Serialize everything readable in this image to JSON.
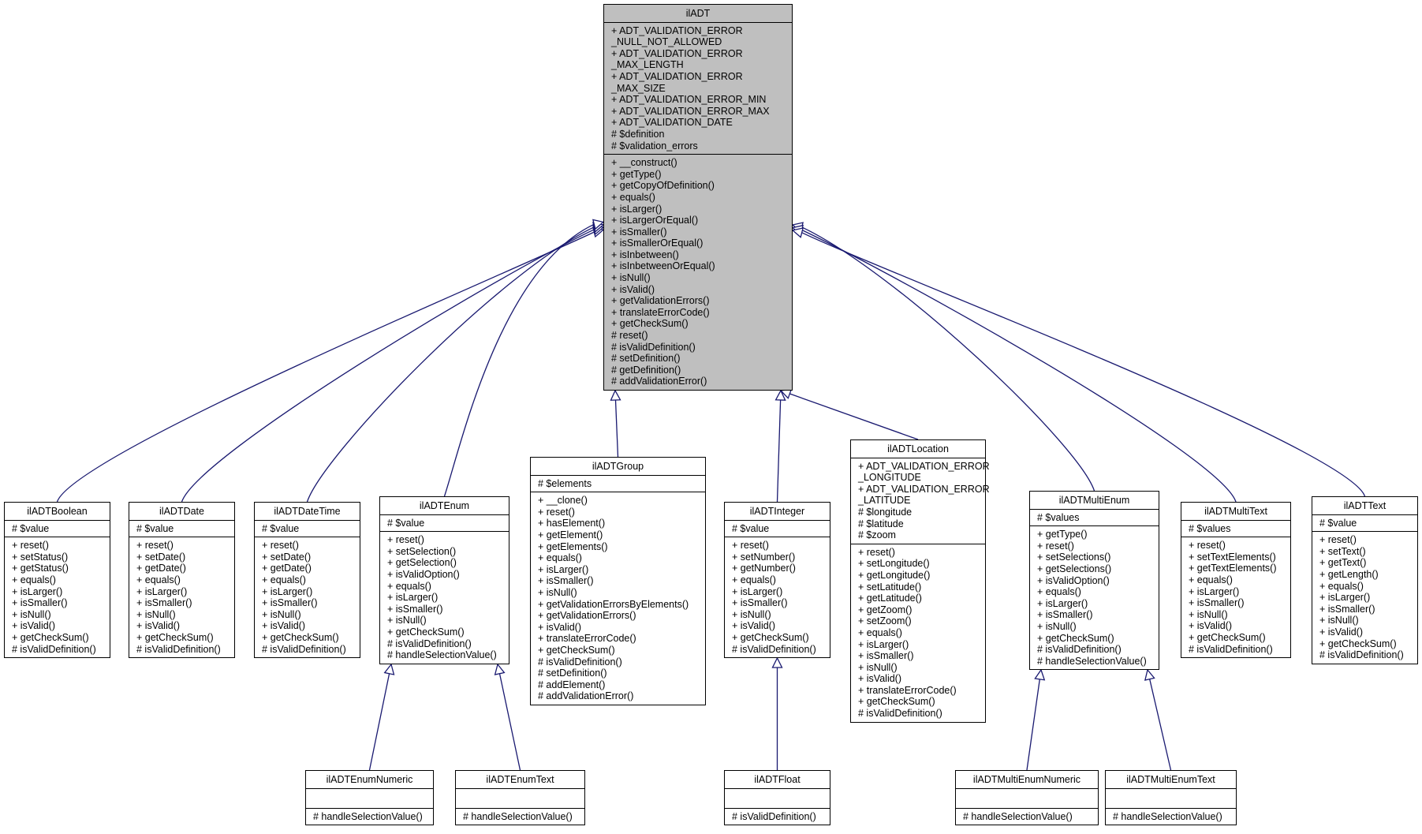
{
  "classes": {
    "root": {
      "name": "ilADT",
      "attributes": [
        "+ ADT_VALIDATION_ERROR",
        "_NULL_NOT_ALLOWED",
        "+ ADT_VALIDATION_ERROR",
        "_MAX_LENGTH",
        "+ ADT_VALIDATION_ERROR",
        "_MAX_SIZE",
        "+ ADT_VALIDATION_ERROR_MIN",
        "+ ADT_VALIDATION_ERROR_MAX",
        "+ ADT_VALIDATION_DATE",
        "# $definition",
        "# $validation_errors"
      ],
      "methods": [
        "+ __construct()",
        "+ getType()",
        "+ getCopyOfDefinition()",
        "+ equals()",
        "+ isLarger()",
        "+ isLargerOrEqual()",
        "+ isSmaller()",
        "+ isSmallerOrEqual()",
        "+ isInbetween()",
        "+ isInbetweenOrEqual()",
        "+ isNull()",
        "+ isValid()",
        "+ getValidationErrors()",
        "+ translateErrorCode()",
        "+ getCheckSum()",
        "# reset()",
        "# isValidDefinition()",
        "# setDefinition()",
        "# getDefinition()",
        "# addValidationError()"
      ]
    },
    "boolean": {
      "name": "ilADTBoolean",
      "attributes": [
        "# $value"
      ],
      "methods": [
        "+ reset()",
        "+ setStatus()",
        "+ getStatus()",
        "+ equals()",
        "+ isLarger()",
        "+ isSmaller()",
        "+ isNull()",
        "+ isValid()",
        "+ getCheckSum()",
        "# isValidDefinition()"
      ]
    },
    "date": {
      "name": "ilADTDate",
      "attributes": [
        "# $value"
      ],
      "methods": [
        "+ reset()",
        "+ setDate()",
        "+ getDate()",
        "+ equals()",
        "+ isLarger()",
        "+ isSmaller()",
        "+ isNull()",
        "+ isValid()",
        "+ getCheckSum()",
        "# isValidDefinition()"
      ]
    },
    "datetime": {
      "name": "ilADTDateTime",
      "attributes": [
        "# $value"
      ],
      "methods": [
        "+ reset()",
        "+ setDate()",
        "+ getDate()",
        "+ equals()",
        "+ isLarger()",
        "+ isSmaller()",
        "+ isNull()",
        "+ isValid()",
        "+ getCheckSum()",
        "# isValidDefinition()"
      ]
    },
    "enum": {
      "name": "ilADTEnum",
      "attributes": [
        "# $value"
      ],
      "methods": [
        "+ reset()",
        "+ setSelection()",
        "+ getSelection()",
        "+ isValidOption()",
        "+ equals()",
        "+ isLarger()",
        "+ isSmaller()",
        "+ isNull()",
        "+ getCheckSum()",
        "# isValidDefinition()",
        "# handleSelectionValue()"
      ]
    },
    "group": {
      "name": "ilADTGroup",
      "attributes": [
        "# $elements"
      ],
      "methods": [
        "+ __clone()",
        "+ reset()",
        "+ hasElement()",
        "+ getElement()",
        "+ getElements()",
        "+ equals()",
        "+ isLarger()",
        "+ isSmaller()",
        "+ isNull()",
        "+ getValidationErrorsByElements()",
        "+ getValidationErrors()",
        "+ isValid()",
        "+ translateErrorCode()",
        "+ getCheckSum()",
        "# isValidDefinition()",
        "# setDefinition()",
        "# addElement()",
        "# addValidationError()"
      ]
    },
    "integer": {
      "name": "ilADTInteger",
      "attributes": [
        "# $value"
      ],
      "methods": [
        "+ reset()",
        "+ setNumber()",
        "+ getNumber()",
        "+ equals()",
        "+ isLarger()",
        "+ isSmaller()",
        "+ isNull()",
        "+ isValid()",
        "+ getCheckSum()",
        "# isValidDefinition()"
      ]
    },
    "location": {
      "name": "ilADTLocation",
      "attributes": [
        "+ ADT_VALIDATION_ERROR",
        "_LONGITUDE",
        "+ ADT_VALIDATION_ERROR",
        "_LATITUDE",
        "# $longitude",
        "# $latitude",
        "# $zoom"
      ],
      "methods": [
        "+ reset()",
        "+ setLongitude()",
        "+ getLongitude()",
        "+ setLatitude()",
        "+ getLatitude()",
        "+ getZoom()",
        "+ setZoom()",
        "+ equals()",
        "+ isLarger()",
        "+ isSmaller()",
        "+ isNull()",
        "+ isValid()",
        "+ translateErrorCode()",
        "+ getCheckSum()",
        "# isValidDefinition()"
      ]
    },
    "multienum": {
      "name": "ilADTMultiEnum",
      "attributes": [
        "# $values"
      ],
      "methods": [
        "+ getType()",
        "+ reset()",
        "+ setSelections()",
        "+ getSelections()",
        "+ isValidOption()",
        "+ equals()",
        "+ isLarger()",
        "+ isSmaller()",
        "+ isNull()",
        "+ getCheckSum()",
        "# isValidDefinition()",
        "# handleSelectionValue()"
      ]
    },
    "multitext": {
      "name": "ilADTMultiText",
      "attributes": [
        "# $values"
      ],
      "methods": [
        "+ reset()",
        "+ setTextElements()",
        "+ getTextElements()",
        "+ equals()",
        "+ isLarger()",
        "+ isSmaller()",
        "+ isNull()",
        "+ isValid()",
        "+ getCheckSum()",
        "# isValidDefinition()"
      ]
    },
    "text": {
      "name": "ilADTText",
      "attributes": [
        "# $value"
      ],
      "methods": [
        "+ reset()",
        "+ setText()",
        "+ getText()",
        "+ getLength()",
        "+ equals()",
        "+ isLarger()",
        "+ isSmaller()",
        "+ isNull()",
        "+ isValid()",
        "+ getCheckSum()",
        "# isValidDefinition()"
      ]
    },
    "enumnumeric": {
      "name": "ilADTEnumNumeric",
      "attributes": [],
      "methods": [
        "# handleSelectionValue()"
      ]
    },
    "enumtext": {
      "name": "ilADTEnumText",
      "attributes": [],
      "methods": [
        "# handleSelectionValue()"
      ]
    },
    "float": {
      "name": "ilADTFloat",
      "attributes": [],
      "methods": [
        "# isValidDefinition()"
      ]
    },
    "multienumnumeric": {
      "name": "ilADTMultiEnumNumeric",
      "attributes": [],
      "methods": [
        "# handleSelectionValue()"
      ]
    },
    "multienumtext": {
      "name": "ilADTMultiEnumText",
      "attributes": [],
      "methods": [
        "# handleSelectionValue()"
      ]
    }
  },
  "inheritance": [
    {
      "child": "boolean",
      "parent": "root"
    },
    {
      "child": "date",
      "parent": "root"
    },
    {
      "child": "datetime",
      "parent": "root"
    },
    {
      "child": "enum",
      "parent": "root"
    },
    {
      "child": "group",
      "parent": "root"
    },
    {
      "child": "integer",
      "parent": "root"
    },
    {
      "child": "location",
      "parent": "root"
    },
    {
      "child": "multienum",
      "parent": "root"
    },
    {
      "child": "multitext",
      "parent": "root"
    },
    {
      "child": "text",
      "parent": "root"
    },
    {
      "child": "enumnumeric",
      "parent": "enum"
    },
    {
      "child": "enumtext",
      "parent": "enum"
    },
    {
      "child": "float",
      "parent": "integer"
    },
    {
      "child": "multienumnumeric",
      "parent": "multienum"
    },
    {
      "child": "multienumtext",
      "parent": "multienum"
    }
  ],
  "colors": {
    "edge": "#191970",
    "root_fill": "#bfbfbf",
    "box_border": "#000000"
  }
}
